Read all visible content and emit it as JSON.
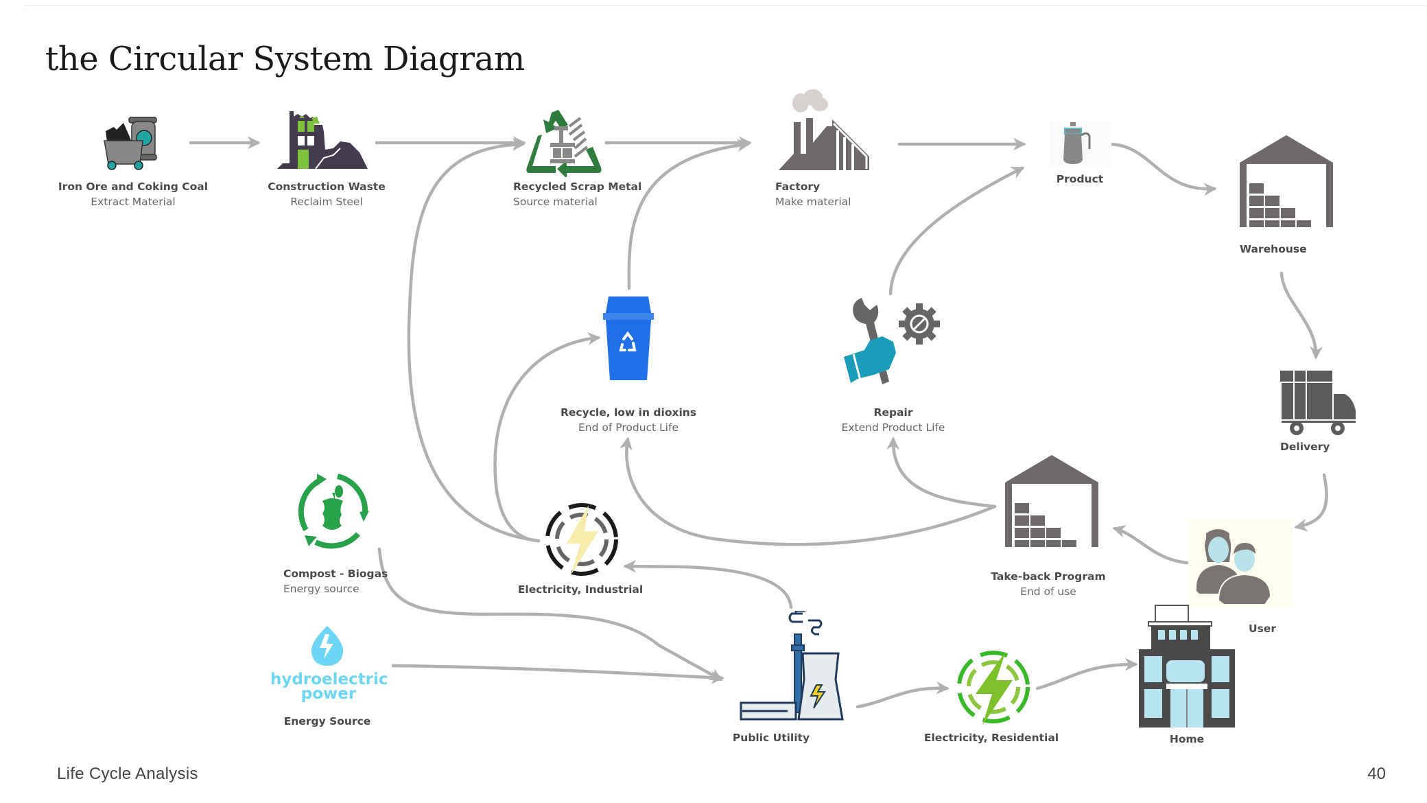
{
  "title": "the Circular System Diagram",
  "footer": {
    "left": "Life Cycle Analysis",
    "page_number": "40"
  },
  "colors": {
    "arrow": "#b0b0b0",
    "icon_gray": "#6d6969",
    "recycle_green": "#2e7d3e",
    "bin_blue": "#1f6fe8",
    "hydro_blue": "#6dd5f5",
    "compost_green": "#27a24a",
    "repair_teal": "#1a9bb8",
    "residential_green": "#39b82a"
  },
  "nodes": {
    "iron_ore": {
      "title": "Iron Ore and Coking Coal",
      "subtitle": "Extract Material",
      "icon": "mine-cart-icon"
    },
    "construction_waste": {
      "title": "Construction Waste",
      "subtitle": "Reclaim Steel",
      "icon": "ruined-building-icon"
    },
    "scrap_metal": {
      "title": "Recycled Scrap Metal",
      "subtitle": "Source material",
      "icon": "recycle-bricks-icon"
    },
    "factory": {
      "title": "Factory",
      "subtitle": "Make material",
      "icon": "factory-icon"
    },
    "product": {
      "title": "Product",
      "icon": "kettle-icon"
    },
    "warehouse": {
      "title": "Warehouse",
      "icon": "warehouse-icon"
    },
    "delivery": {
      "title": "Delivery",
      "icon": "truck-icon"
    },
    "user": {
      "title": "User",
      "icon": "users-icon"
    },
    "takeback": {
      "title": "Take-back Program",
      "subtitle": "End of use",
      "icon": "warehouse-icon"
    },
    "recycle_bin": {
      "title": "Recycle, low in dioxins",
      "subtitle": "End of Product Life",
      "icon": "recycle-bin-icon"
    },
    "repair": {
      "title": "Repair",
      "subtitle": "Extend Product Life",
      "icon": "wrench-gear-icon"
    },
    "compost": {
      "title": "Compost - Biogas",
      "subtitle": "Energy source",
      "icon": "compost-apple-icon"
    },
    "hydro": {
      "title": "Energy Source",
      "logo_line1": "hydroelectric",
      "logo_line2": "power",
      "icon": "water-drop-bolt-icon"
    },
    "elec_industrial": {
      "title": "Electricity, Industrial",
      "icon": "lightning-circle-icon"
    },
    "public_utility": {
      "title": "Public Utility",
      "icon": "power-plant-icon"
    },
    "elec_residential": {
      "title": "Electricity, Residential",
      "icon": "lightning-circle-green-icon"
    },
    "home": {
      "title": "Home",
      "icon": "building-icon"
    }
  },
  "connections": [
    {
      "from": "Iron Ore and Coking Coal",
      "to": "Construction Waste"
    },
    {
      "from": "Construction Waste",
      "to": "Recycled Scrap Metal"
    },
    {
      "from": "Recycled Scrap Metal",
      "to": "Factory"
    },
    {
      "from": "Factory",
      "to": "Product"
    },
    {
      "from": "Product",
      "to": "Warehouse"
    },
    {
      "from": "Warehouse",
      "to": "Delivery"
    },
    {
      "from": "Delivery",
      "to": "User"
    },
    {
      "from": "User",
      "to": "Take-back Program"
    },
    {
      "from": "Take-back Program",
      "to": "Recycle, low in dioxins"
    },
    {
      "from": "Take-back Program",
      "to": "Repair"
    },
    {
      "from": "Repair",
      "to": "Product"
    },
    {
      "from": "Recycle, low in dioxins",
      "to": "Factory"
    },
    {
      "from": "Electricity, Industrial",
      "to": "Recycled Scrap Metal"
    },
    {
      "from": "Electricity, Industrial",
      "to": "Recycle, low in dioxins"
    },
    {
      "from": "Public Utility",
      "to": "Electricity, Industrial"
    },
    {
      "from": "Compost - Biogas",
      "to": "Public Utility"
    },
    {
      "from": "Energy Source",
      "to": "Public Utility"
    },
    {
      "from": "Public Utility",
      "to": "Electricity, Residential"
    },
    {
      "from": "Electricity, Residential",
      "to": "Home"
    }
  ]
}
